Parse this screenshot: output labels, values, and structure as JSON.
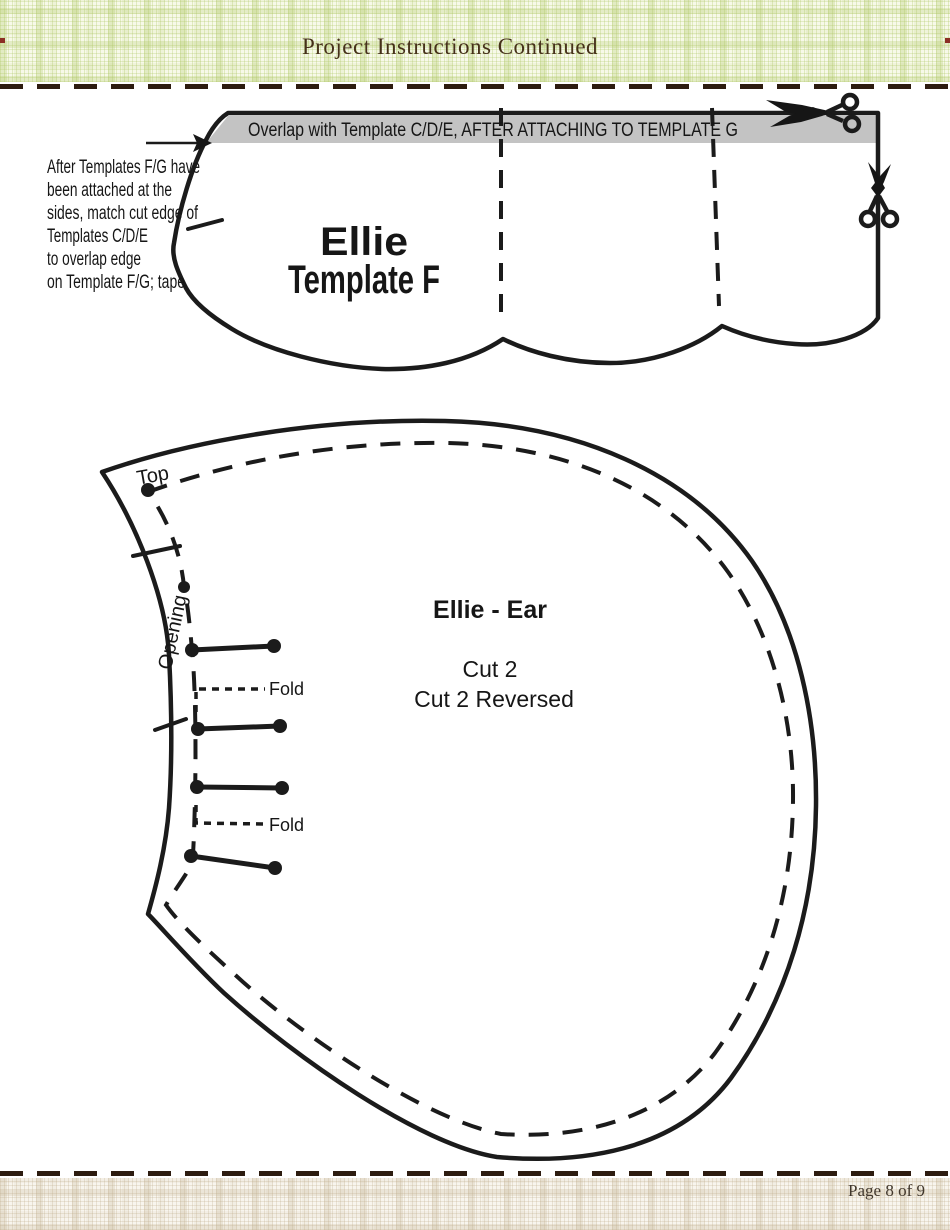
{
  "header": {
    "title": "Project Instructions Continued"
  },
  "footer": {
    "page_label": "Page 8 of 9"
  },
  "template_f": {
    "overlap_bar_label": "Overlap with Template C/D/E, AFTER ATTACHING TO TEMPLATE G",
    "name_line1": "Ellie",
    "name_line2": "Template F",
    "note_lines": [
      "After Templates F/G have",
      "been attached at the",
      "sides, match cut edge of",
      "Templates C/D/E",
      "to overlap edge",
      "on Template F/G; tape"
    ]
  },
  "ear_template": {
    "title": "Ellie - Ear",
    "cut_line1": "Cut 2",
    "cut_line2": "Cut 2 Reversed",
    "top_label": "Top",
    "opening_label": "Opening",
    "fold_label_1": "Fold",
    "fold_label_2": "Fold"
  },
  "icons": {
    "scissors_top": "scissors-horizontal",
    "scissors_right": "scissors-vertical",
    "note_arrow": "arrow-right"
  },
  "colors": {
    "plaid_green": "#cfe0a0",
    "plaid_tan": "#d9cdb9",
    "rule_brown": "#2d1c10",
    "overlap_bar_gray": "#c3c3c3",
    "ink": "#1b1b1b",
    "title_brown": "#453019",
    "edge_mark_red": "#8c2f24"
  }
}
